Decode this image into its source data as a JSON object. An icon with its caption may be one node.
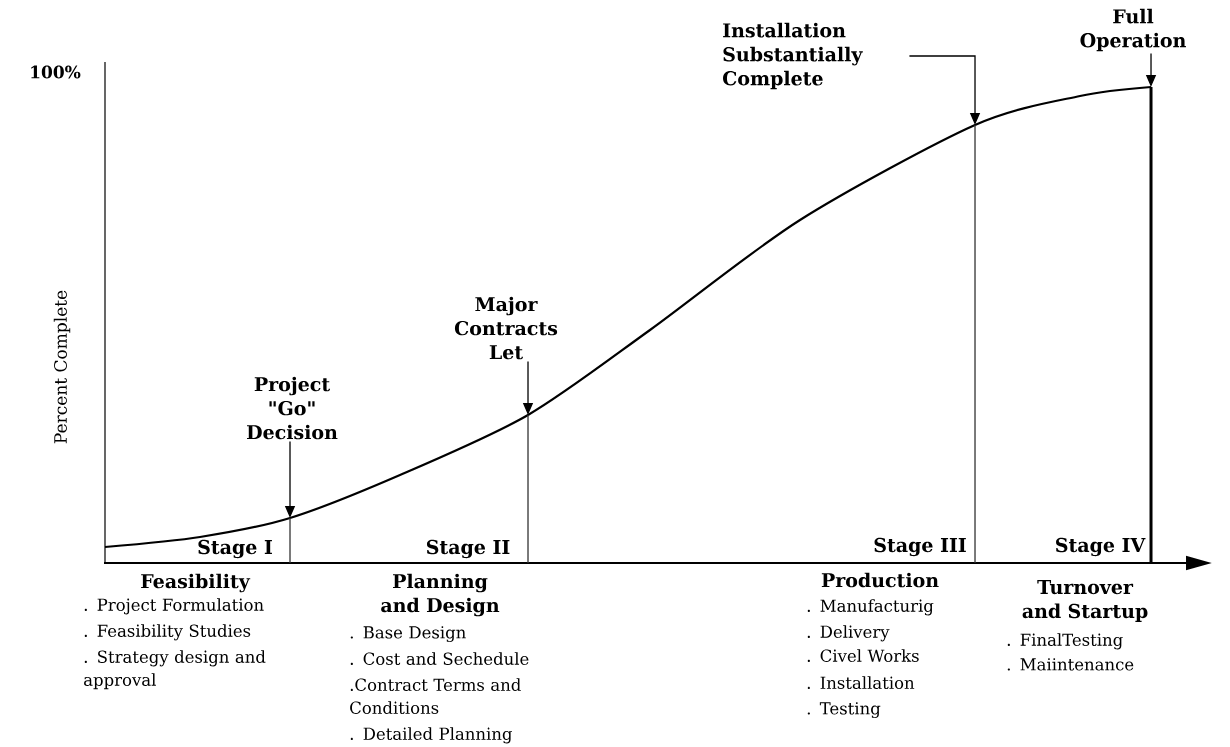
{
  "diagram": {
    "nodes": [
      {
        "text": [
          "Project \"Go\" Decision"
        ]
      },
      {
        "text": [
          "Major Contracts Let"
        ]
      },
      {
        "text": [
          "Installation Substantially Complete"
        ]
      },
      {
        "text": [
          "Full Operation"
        ]
      }
    ],
    "edges": [
      {
        "from": 0,
        "to": null,
        "arrow": "to"
      },
      {
        "from": 1,
        "to": null,
        "arrow": "to"
      },
      {
        "from": 2,
        "to": null,
        "arrow": "to"
      },
      {
        "from": 3,
        "to": null,
        "arrow": "to"
      }
    ],
    "labels": [
      "100%",
      "Percent Complete",
      "Stage I",
      "Stage II",
      "Stage III",
      "Stage IV",
      "Feasibility",
      ". Project Formulation",
      ". Feasibility Studies",
      ". Strategy design and approval",
      "Planning and Design",
      ". Base Design",
      ". Cost and Sechedule",
      ".Contract Terms and Conditions",
      ". Detailed Planning",
      "Production",
      ". Manufacturig",
      ". Delivery",
      ". Civel Works",
      ". Installation",
      ". Testing",
      "Turnover and Startup",
      ". FinalTesting",
      ". Maiintenance"
    ]
  }
}
